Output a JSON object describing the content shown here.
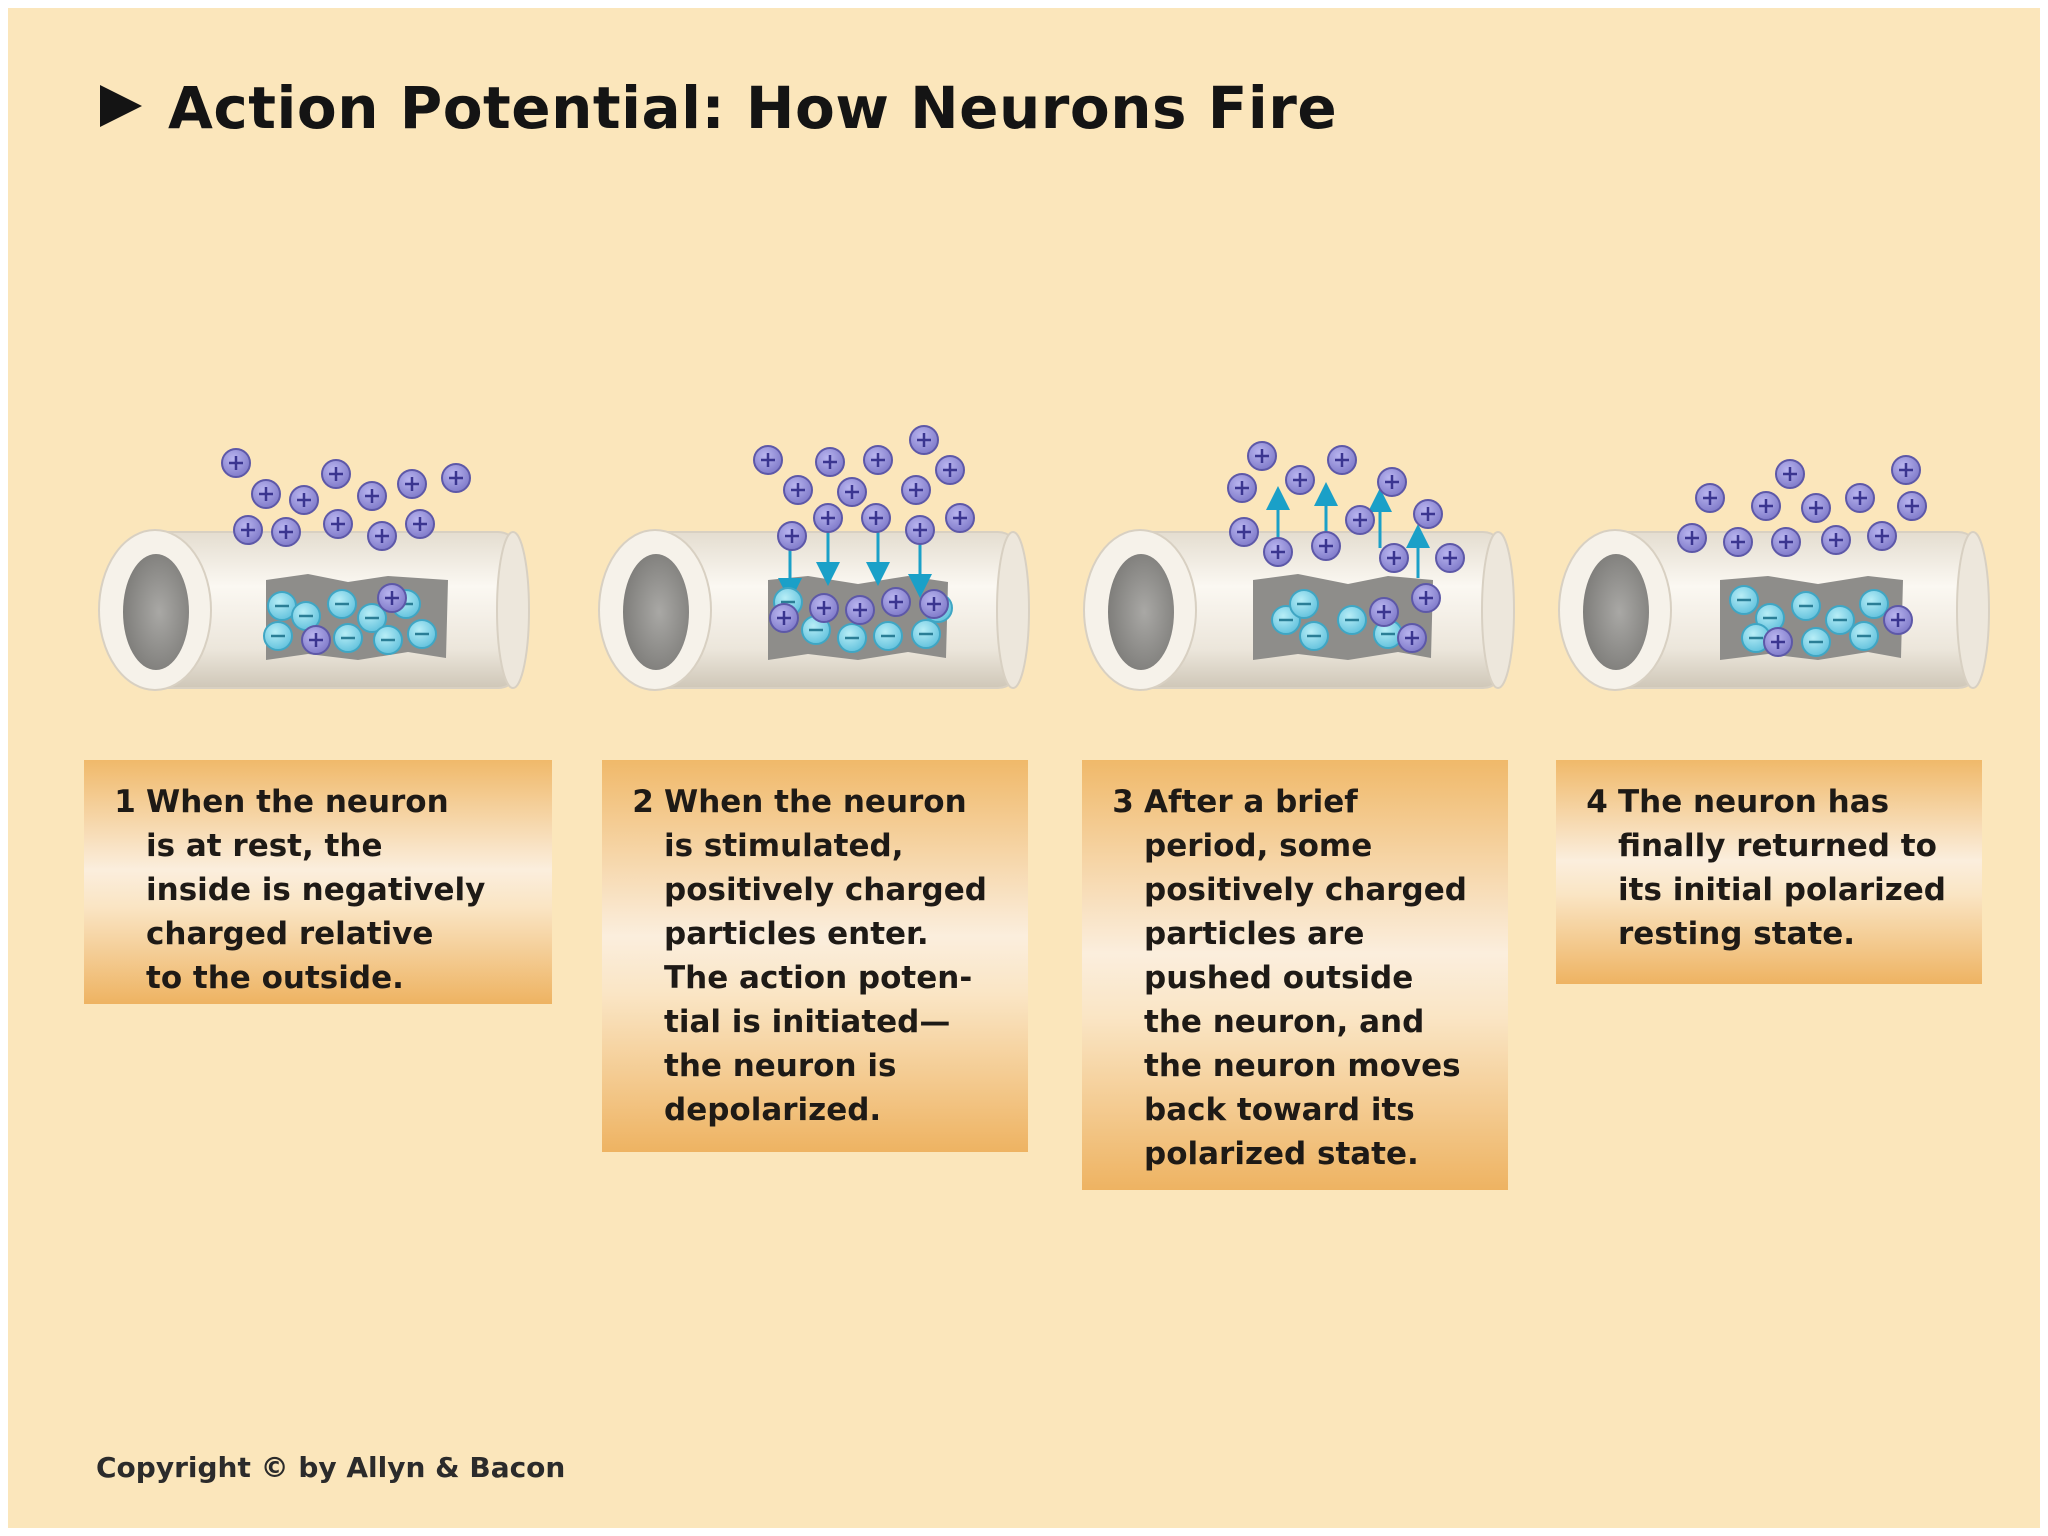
{
  "title": "Action Potential: How Neurons Fire",
  "icons": {
    "title_marker": "play-arrow-icon",
    "positive_ion": "plus-ion-icon",
    "negative_ion": "minus-ion-icon",
    "flow_arrow": "arrow-icon"
  },
  "colors": {
    "background": "#fbe6bb",
    "positive_ion": "#8a86d4",
    "negative_ion": "#7fd0e4",
    "arrow": "#1aa0c8",
    "axon_body": "#f1ece3",
    "axon_interior": "#8e8d8a"
  },
  "steps": [
    {
      "number": "1",
      "text": "When the neuron\nis at rest, the\ninside is negatively\ncharged relative\nto the outside."
    },
    {
      "number": "2",
      "text": "When the neuron\nis stimulated,\npositively charged\nparticles enter.\nThe action poten-\ntial is initiated—\nthe neuron is\ndepolarized."
    },
    {
      "number": "3",
      "text": "After a brief\nperiod, some\npositively charged\nparticles are\npushed outside\nthe neuron, and\nthe neuron moves\nback toward its\npolarized state."
    },
    {
      "number": "4",
      "text": "The neuron has\nfinally returned to\nits initial polarized\nresting state."
    }
  ],
  "copyright": "Copyright © by Allyn & Bacon"
}
